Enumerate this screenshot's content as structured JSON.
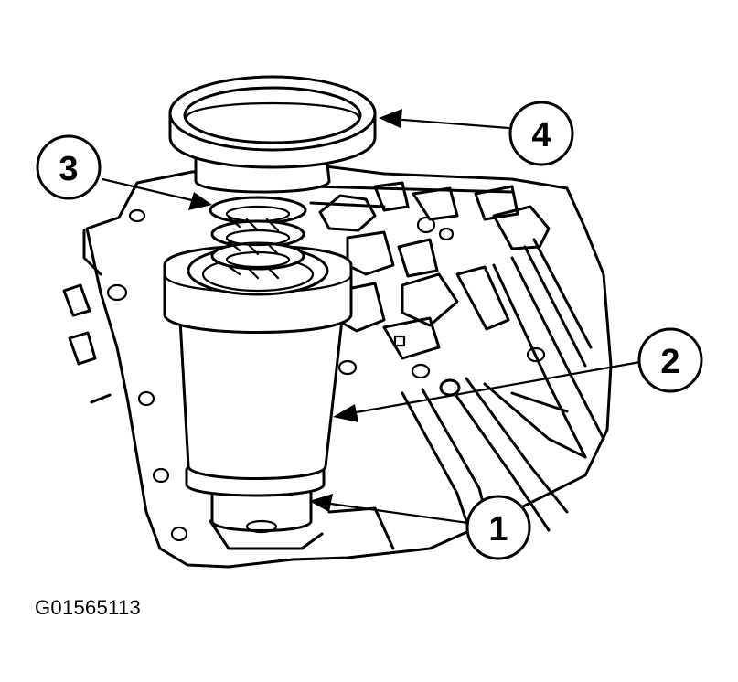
{
  "figure_code": "G01565113",
  "callouts": [
    {
      "id": "1",
      "label": "1"
    },
    {
      "id": "2",
      "label": "2"
    },
    {
      "id": "3",
      "label": "3"
    },
    {
      "id": "4",
      "label": "4"
    }
  ]
}
